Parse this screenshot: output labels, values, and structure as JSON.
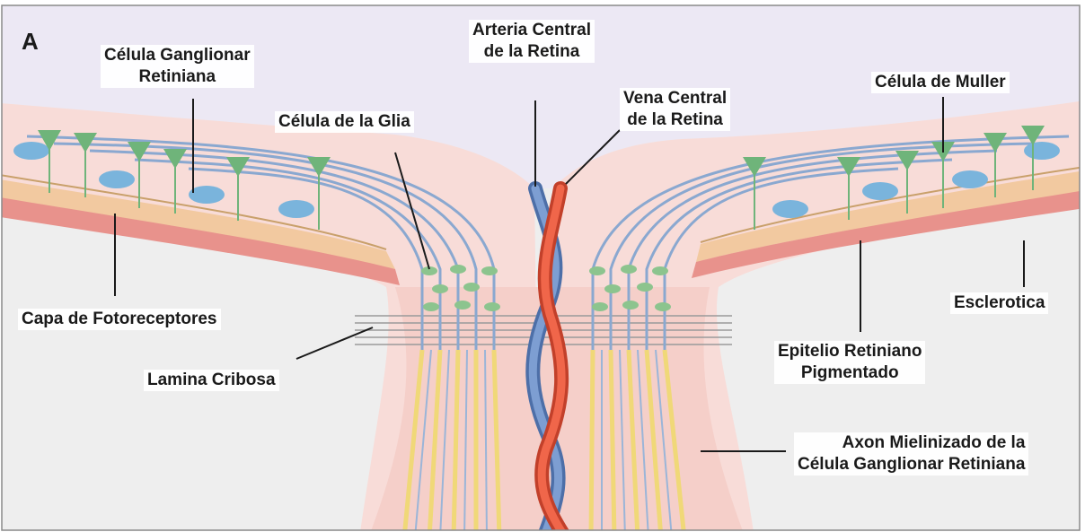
{
  "diagram": {
    "panel_letter": "A",
    "labels": {
      "celula_ganglionar": [
        "Célula Ganglionar",
        "Retiniana"
      ],
      "arteria_central": [
        "Arteria Central",
        "de la Retina"
      ],
      "vena_central": [
        "Vena Central",
        "de la Retina"
      ],
      "celula_glia": "Célula de la Glia",
      "celula_muller": "Célula de Muller",
      "capa_fotoreceptores": "Capa de Fotoreceptores",
      "esclerotica": "Esclerotica",
      "lamina_cribosa": "Lamina Cribosa",
      "epitelio": [
        "Epitelio Retiniano",
        "Pigmentado"
      ],
      "axon_mielinizado": [
        "Axon Mielinizado de la",
        "Célula Ganglionar Retiniana"
      ]
    },
    "colors": {
      "vitreous": "#ece8f4",
      "retina": "#f8dcd8",
      "nerve_head": "#f5cfc9",
      "pigment_layer": "#f2c9a0",
      "choroid": "#e8928c",
      "sclera": "#eeeeee",
      "artery": "#6f8fc6",
      "vein": "#e2553a",
      "ganglion_cell": "#7ab4dc",
      "muller_glia": "#6fb47a",
      "axon": "#8aa8d0",
      "myelin": "#f0d878"
    }
  }
}
